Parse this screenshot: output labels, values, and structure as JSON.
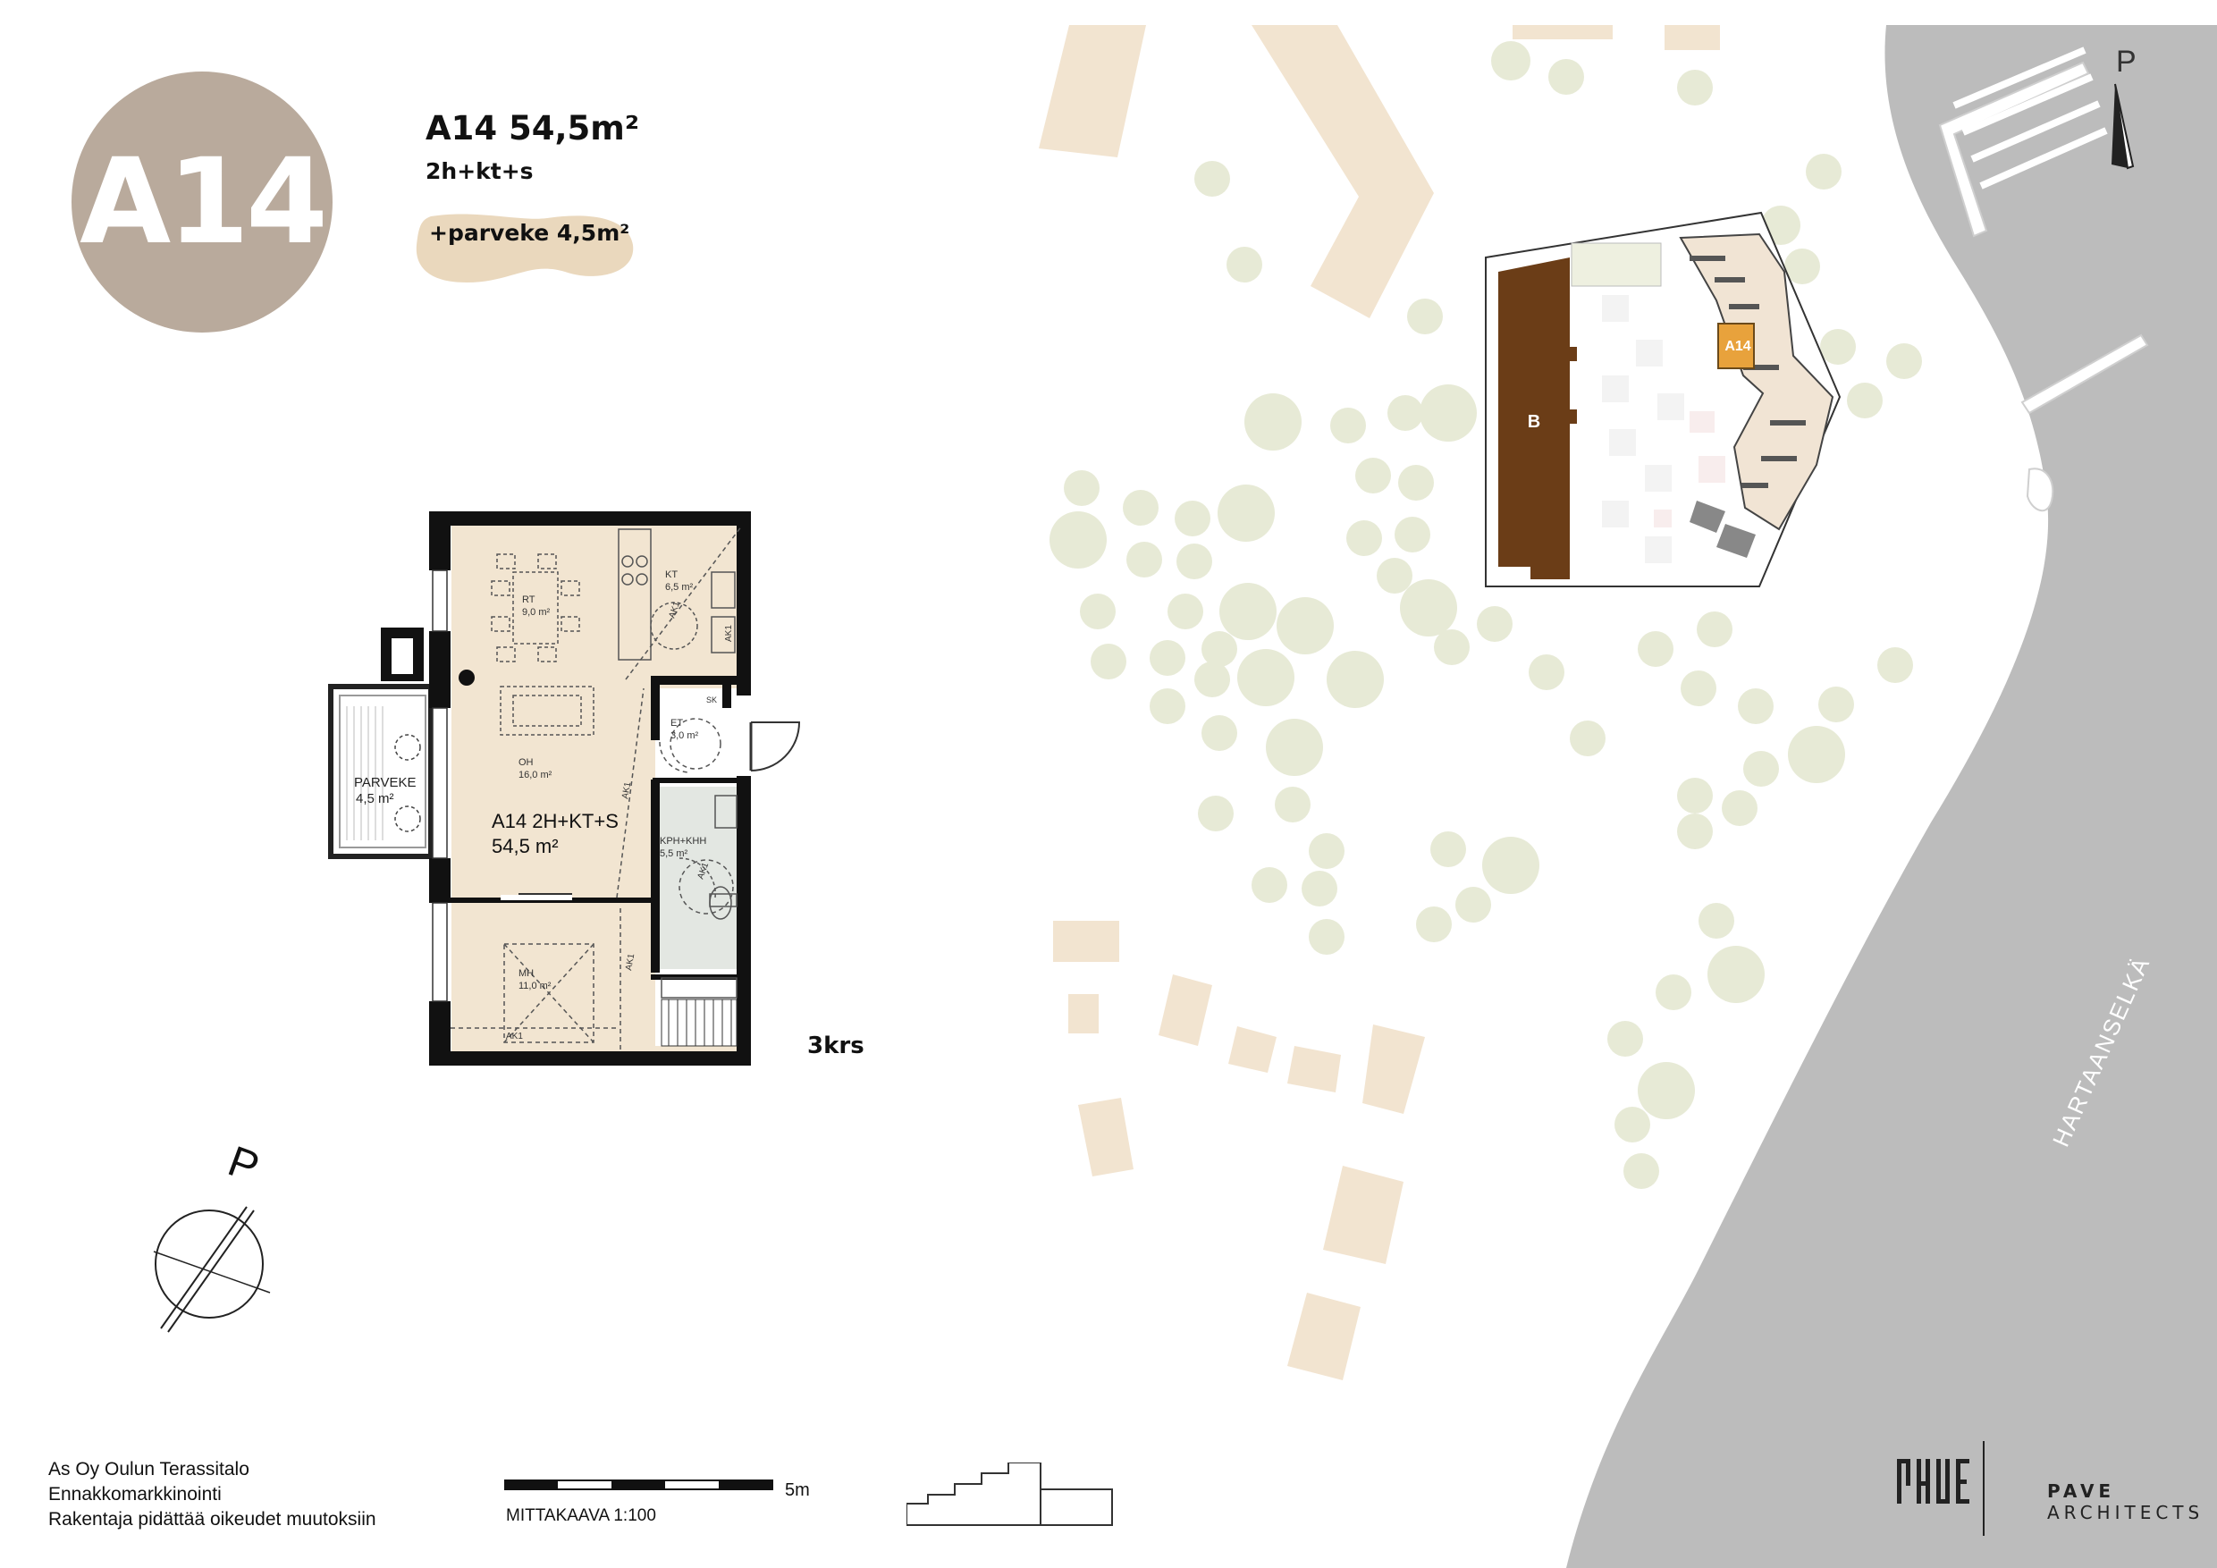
{
  "header": {
    "badge": "A14",
    "title": "A14 54,5m²",
    "type": "2h+kt+s",
    "balcony": "+parveke 4,5m²"
  },
  "plan": {
    "rooms": {
      "rt_name": "RT",
      "rt_area": "9,0 m²",
      "kt_name": "KT",
      "kt_area": "6,5 m²",
      "oh_name": "OH",
      "oh_area": "16,0 m²",
      "et_name": "ET",
      "et_area": "3,0 m²",
      "kph_name": "KPH+KHH",
      "kph_area": "5,5 m²",
      "mh_name": "MH",
      "mh_area": "11,0 m²",
      "parveke_name": "PARVEKE",
      "parveke_area": "4,5 m²"
    },
    "unit_label": "A14 2H+KT+S",
    "unit_area": "54,5 m²",
    "wardrobe_1": "AK1",
    "wardrobe_2": "AK1",
    "wardrobe_3": "AK1",
    "wardrobe_4": "AK1",
    "wardrobe_5": "AK1",
    "wardrobe_6": "AK1",
    "sk": "SK",
    "floor": "3krs"
  },
  "site": {
    "building_b": "B",
    "highlight": "A14",
    "sea_name": "HARTAANSELKÄ",
    "north": "P",
    "colors": {
      "highlight": "#e8a23c",
      "building": "#6b3d17",
      "sea": "#bcbcbc",
      "trees": "#e7ead6",
      "houses": "#f2e4d0"
    }
  },
  "compass": {
    "north": "P"
  },
  "scale_bar": {
    "label": "MITTAKAAVA 1:100",
    "end_label": "5m"
  },
  "footer": {
    "line1": "As Oy Oulun Terassitalo",
    "line2": "Ennakkomarkkinointi",
    "line3": "Rakentaja pidättää oikeudet muutoksiin"
  },
  "logo": {
    "name": "PAVE",
    "subtitle": "ARCHITECTS"
  }
}
